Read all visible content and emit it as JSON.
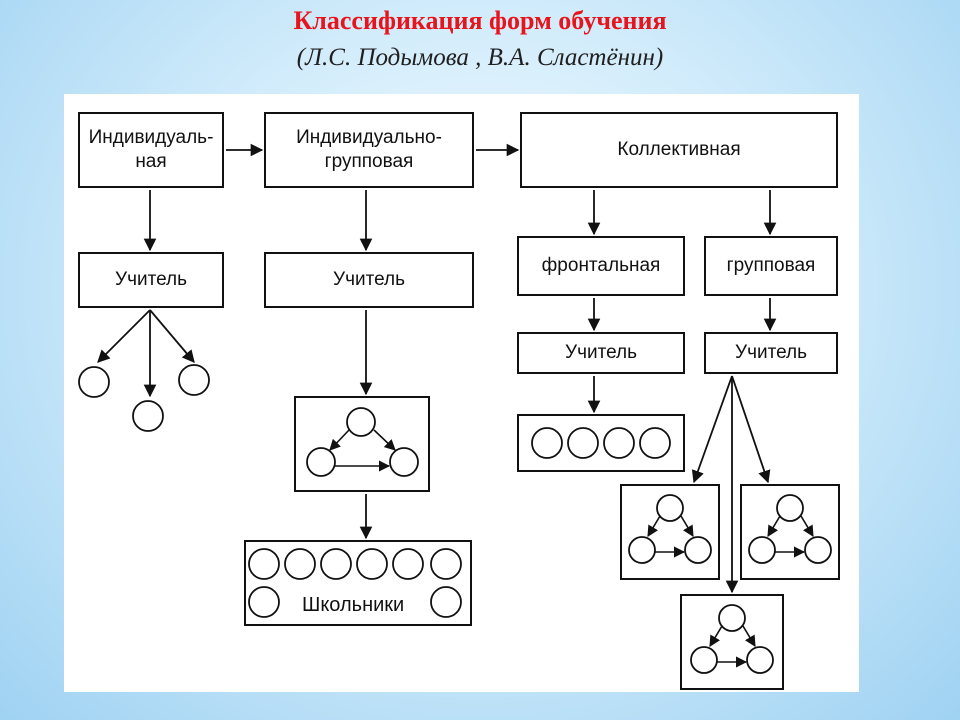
{
  "title": "Классификация форм обучения",
  "subtitle": "(Л.С. Подымова , В.А. Сластёнин)",
  "nodes": {
    "individual": "Индивидуаль-\nная",
    "individual_group": "Индивидуально-\nгрупповая",
    "collective": "Коллективная",
    "frontal": "фронтальная",
    "group": "групповая",
    "teacher": "Учитель",
    "pupils": "Школьники"
  },
  "colors": {
    "title": "#e8141c",
    "background": "#bfe2f7",
    "line": "#111111"
  }
}
